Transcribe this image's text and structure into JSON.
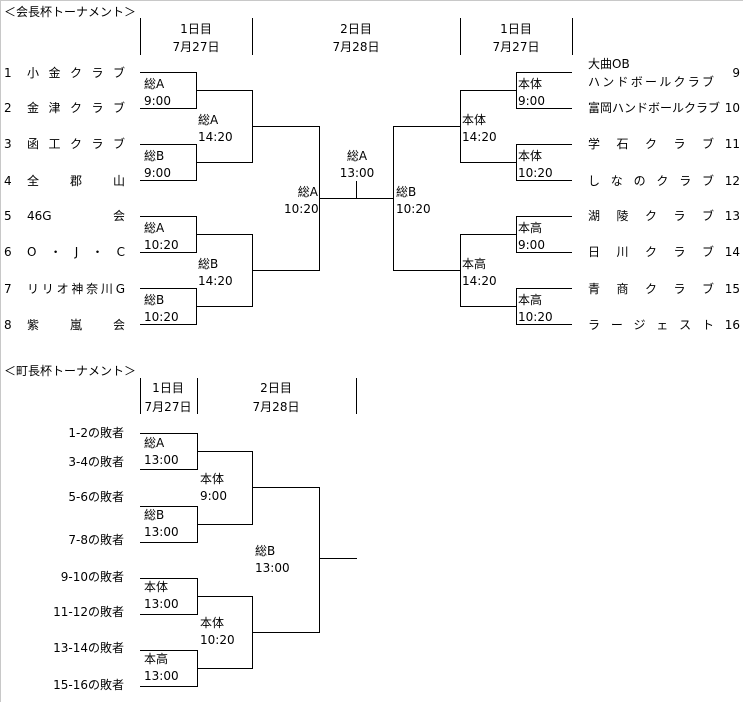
{
  "kaicho": {
    "title": "＜会長杯トーナメント＞",
    "headers": [
      {
        "day": "1日目",
        "date": "7月27日"
      },
      {
        "day": "2日目",
        "date": "7月28日"
      },
      {
        "day": "1日目",
        "date": "7月27日"
      }
    ],
    "left_teams": [
      {
        "no": "1",
        "name": "小金クラブ"
      },
      {
        "no": "2",
        "name": "金津クラブ"
      },
      {
        "no": "3",
        "name": "函工クラブ"
      },
      {
        "no": "4",
        "name": "全郡山"
      },
      {
        "no": "5",
        "name": "46G会"
      },
      {
        "no": "6",
        "name": "O・J・C"
      },
      {
        "no": "7",
        "name": "リリオ神奈川G"
      },
      {
        "no": "8",
        "name": "紫嵐会"
      }
    ],
    "right_teams": [
      {
        "no": "9",
        "name_line1": "大曲OB",
        "name": "ハンドボールクラブ"
      },
      {
        "no": "10",
        "name": "富岡ハンドボールクラブ"
      },
      {
        "no": "11",
        "name": "学石クラブ"
      },
      {
        "no": "12",
        "name": "しなのクラブ"
      },
      {
        "no": "13",
        "name": "湖陵クラブ"
      },
      {
        "no": "14",
        "name": "日川クラブ"
      },
      {
        "no": "15",
        "name": "青商クラブ"
      },
      {
        "no": "16",
        "name": "ラージェスト"
      }
    ],
    "matches": {
      "l1a": {
        "venue": "総A",
        "time": "9:00"
      },
      "l1b": {
        "venue": "総B",
        "time": "9:00"
      },
      "l1c": {
        "venue": "総A",
        "time": "10:20"
      },
      "l1d": {
        "venue": "総B",
        "time": "10:20"
      },
      "l2a": {
        "venue": "総A",
        "time": "14:20"
      },
      "l2b": {
        "venue": "総B",
        "time": "14:20"
      },
      "l3": {
        "venue": "総A",
        "time": "10:20"
      },
      "final": {
        "venue": "総A",
        "time": "13:00"
      },
      "r3": {
        "venue": "総B",
        "time": "10:20"
      },
      "r2a": {
        "venue": "本体",
        "time": "14:20"
      },
      "r2b": {
        "venue": "本高",
        "time": "14:20"
      },
      "r1a": {
        "venue": "本体",
        "time": "9:00"
      },
      "r1b": {
        "venue": "本体",
        "time": "10:20"
      },
      "r1c": {
        "venue": "本高",
        "time": "9:00"
      },
      "r1d": {
        "venue": "本高",
        "time": "10:20"
      }
    }
  },
  "chocho": {
    "title": "＜町長杯トーナメント＞",
    "headers": [
      {
        "day": "1日目",
        "date": "7月27日"
      },
      {
        "day": "2日目",
        "date": "7月28日"
      }
    ],
    "entries": [
      "1-2の敗者",
      "3-4の敗者",
      "5-6の敗者",
      "7-8の敗者",
      "9-10の敗者",
      "11-12の敗者",
      "13-14の敗者",
      "15-16の敗者"
    ],
    "matches": {
      "m1a": {
        "venue": "総A",
        "time": "13:00"
      },
      "m1b": {
        "venue": "総B",
        "time": "13:00"
      },
      "m1c": {
        "venue": "本体",
        "time": "13:00"
      },
      "m1d": {
        "venue": "本高",
        "time": "13:00"
      },
      "m2a": {
        "venue": "本体",
        "time": "9:00"
      },
      "m2b": {
        "venue": "本体",
        "time": "10:20"
      },
      "final": {
        "venue": "総B",
        "time": "13:00"
      }
    }
  }
}
